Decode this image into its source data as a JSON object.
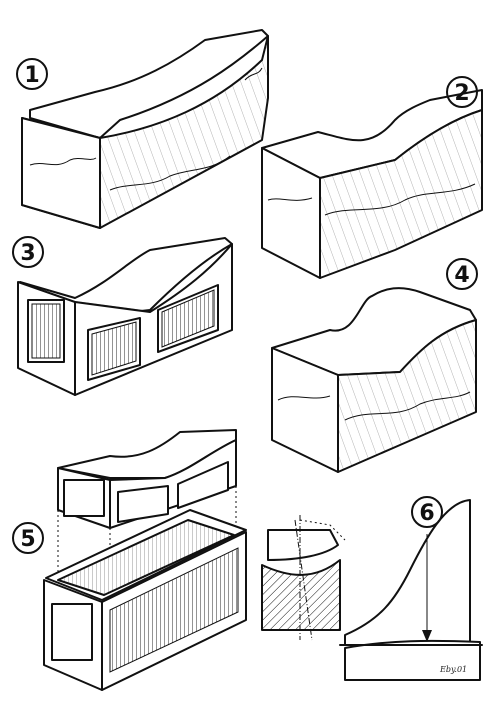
{
  "figure": {
    "labels": [
      "1",
      "2",
      "3",
      "4",
      "5",
      "6"
    ],
    "signature": "Eby.01"
  },
  "colors": {
    "ink": "#111111",
    "paper": "#ffffff"
  }
}
